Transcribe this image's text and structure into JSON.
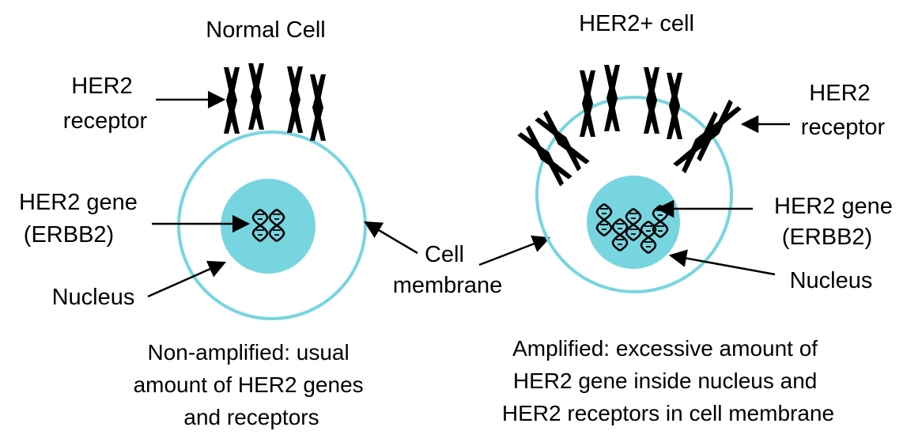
{
  "left": {
    "title": "Normal Cell",
    "receptor_label": [
      "HER2",
      "receptor"
    ],
    "gene_label": [
      "HER2 gene",
      "(ERBB2)"
    ],
    "nucleus_label": "Nucleus",
    "caption": [
      "Non-amplified: usual",
      "amount of HER2 genes",
      "and receptors"
    ]
  },
  "right": {
    "title": "HER2+ cell",
    "receptor_label": [
      "HER2",
      "receptor"
    ],
    "gene_label": [
      "HER2 gene",
      "(ERBB2)"
    ],
    "nucleus_label": "Nucleus",
    "caption": [
      "Amplified: excessive amount of",
      "HER2 gene inside nucleus and",
      "HER2 receptors in cell membrane"
    ]
  },
  "membrane_label": [
    "Cell",
    "membrane"
  ],
  "colors": {
    "membrane": "#77d5e0",
    "nucleus": "#77d5e0",
    "receptor": "#000000",
    "arrow": "#000000"
  },
  "icons": {
    "receptor": "her2-receptor-icon",
    "dna": "dna-helix-icon"
  }
}
